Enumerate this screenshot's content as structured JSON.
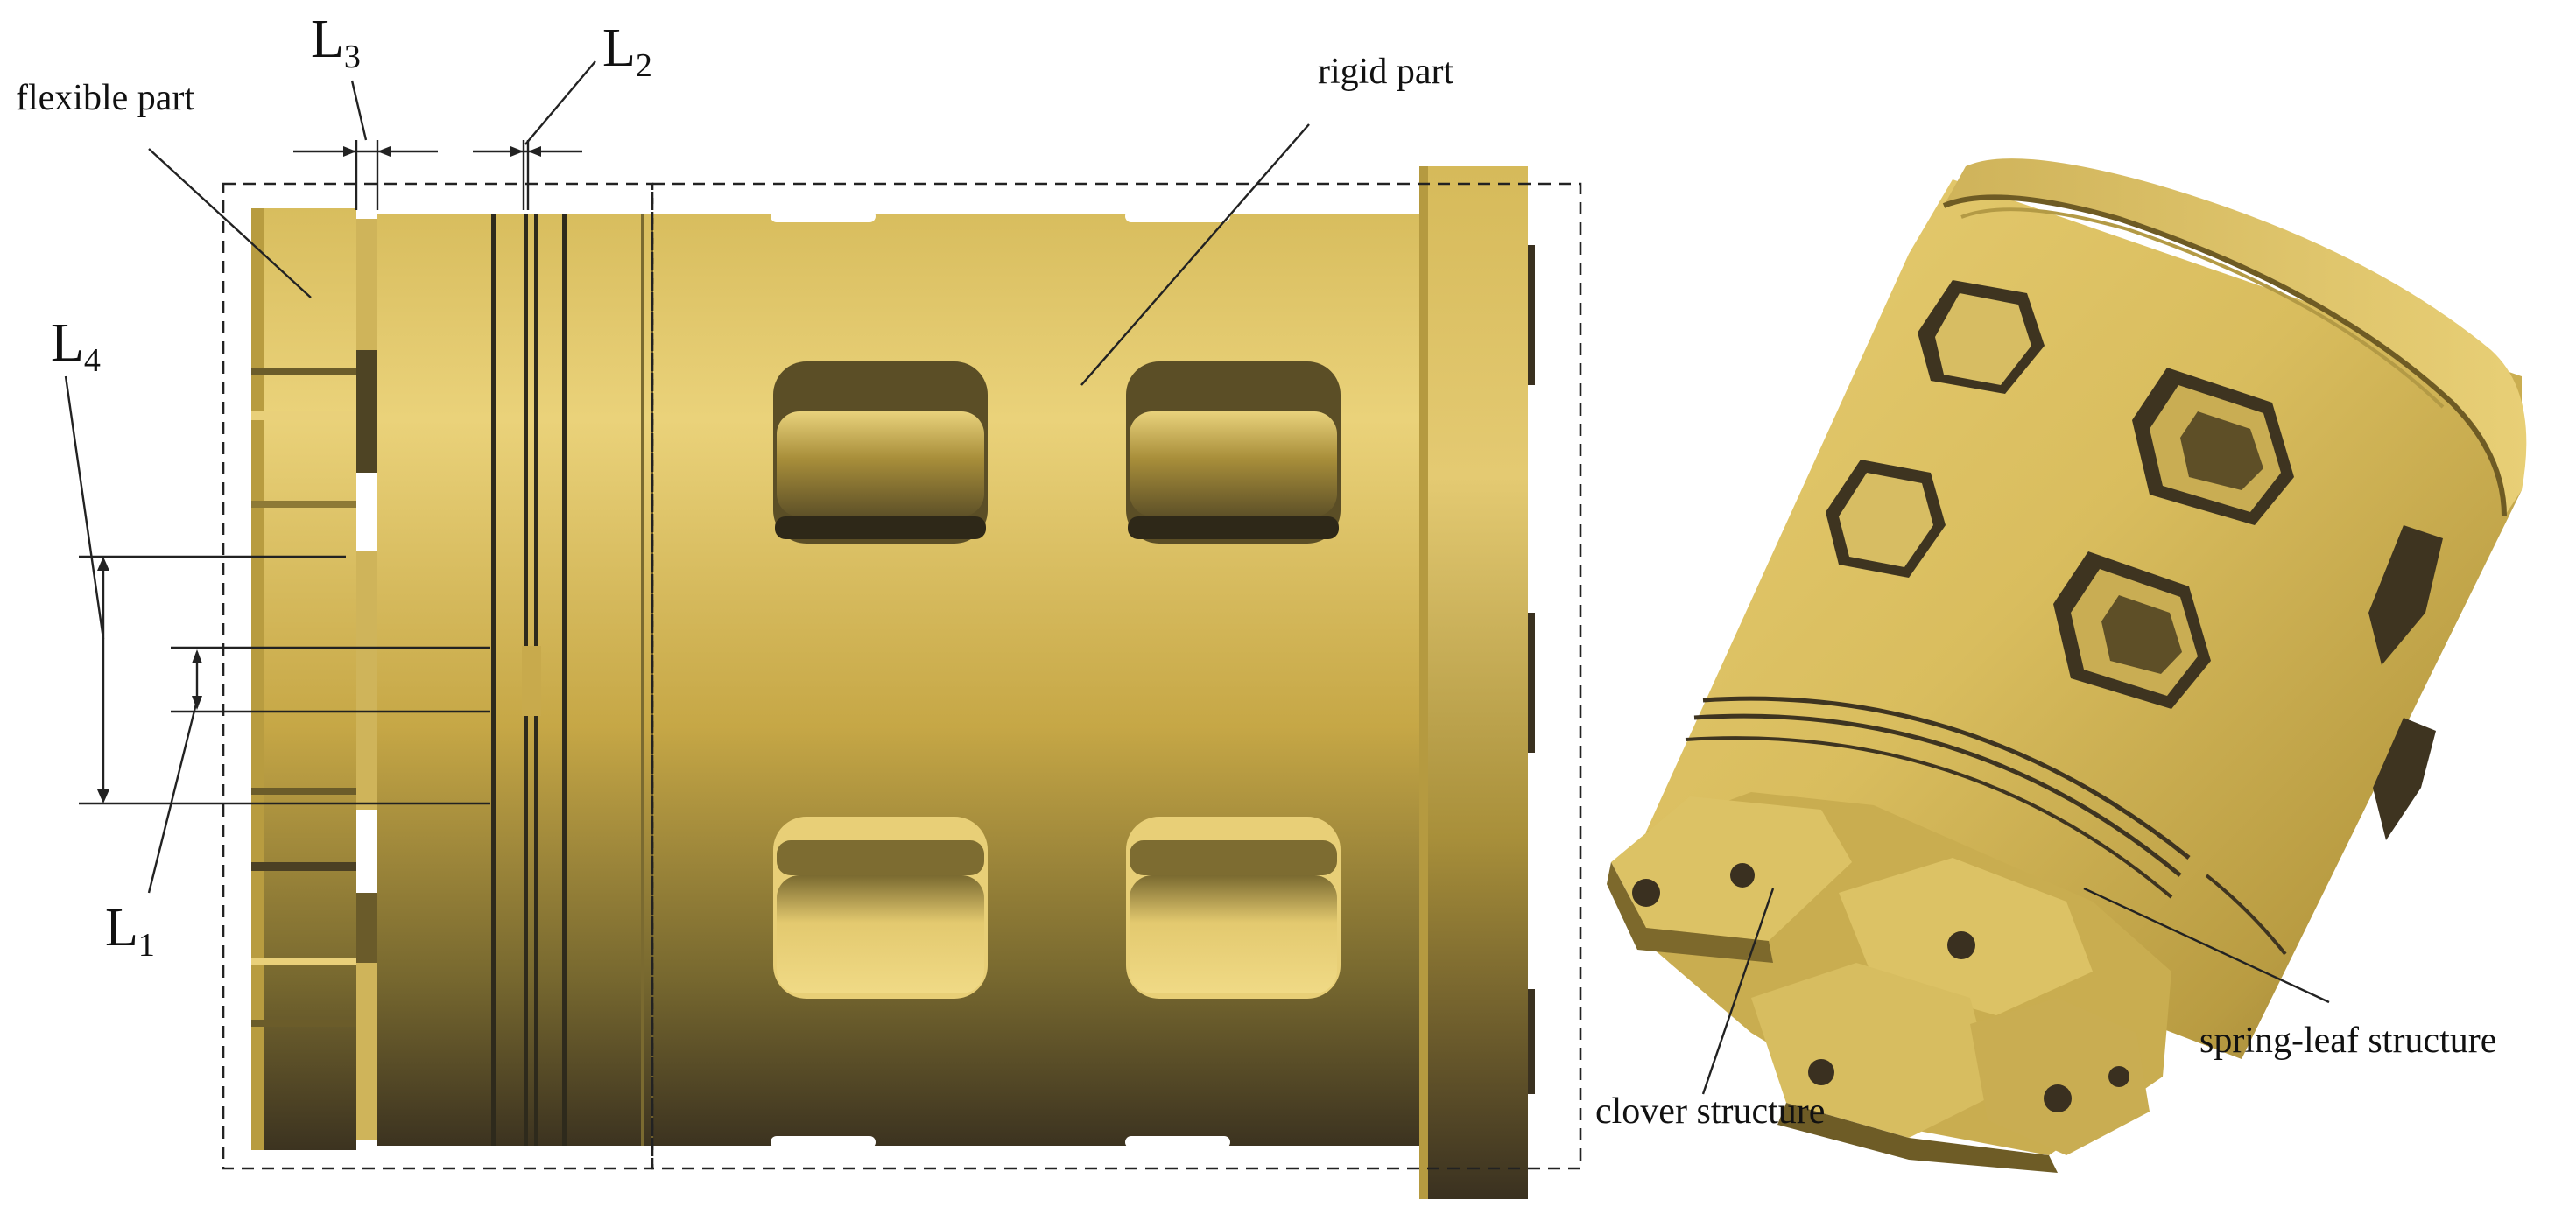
{
  "labels": {
    "L3": {
      "letter": "L",
      "index": "3"
    },
    "L2": {
      "letter": "L",
      "index": "2"
    },
    "L4": {
      "letter": "L",
      "index": "4"
    },
    "L1": {
      "letter": "L",
      "index": "1"
    },
    "flexible_part": "flexible part",
    "rigid_part": "rigid part",
    "clover_structure": "clover structure",
    "spring_leaf_structure": "spring-leaf structure"
  },
  "colors": {
    "brass_light": "#e8cf73",
    "brass_mid": "#c2a444",
    "brass_dark": "#4a4024",
    "slot_dark": "#2e2a1c",
    "line": "#222222"
  }
}
